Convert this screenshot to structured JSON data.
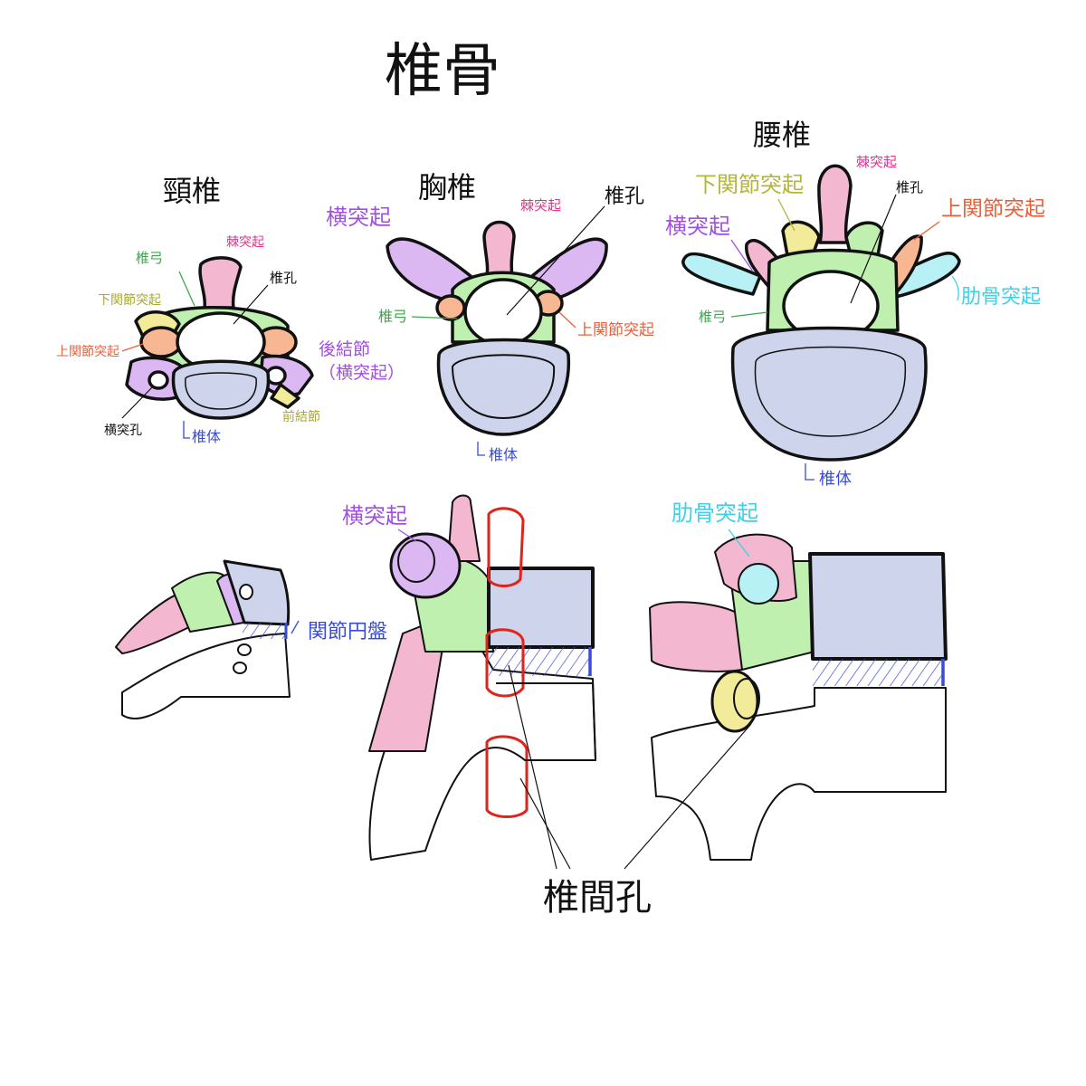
{
  "title": "椎骨",
  "colors": {
    "spinous": "#f3b8cf",
    "arch": "#bff0b0",
    "inferior_facet": "#f2ec9a",
    "superior_facet": "#f7b792",
    "transverse": "#dcb8f2",
    "body": "#cdd4ec",
    "costal": "#b7f0f5",
    "disc": "#3a4bd6",
    "foramen_red": "#e2231a",
    "ink": "#111111"
  },
  "cervical": {
    "heading": "頸椎",
    "spinous": "棘突起",
    "arch": "椎弓",
    "inferior_facet": "下関節突起",
    "superior_facet": "上関節突起",
    "foramen": "椎孔",
    "posterior_tubercle_1": "後結節",
    "posterior_tubercle_2": "（横突起）",
    "anterior_tubercle": "前結節",
    "transverse_foramen": "横突孔",
    "body": "椎体"
  },
  "thoracic": {
    "heading": "胸椎",
    "transverse": "横突起",
    "spinous": "棘突起",
    "foramen": "椎孔",
    "arch": "椎弓",
    "superior_facet": "上関節突起",
    "body": "椎体"
  },
  "lumbar": {
    "heading": "腰椎",
    "spinous": "棘突起",
    "inferior_facet": "下関節突起",
    "foramen": "椎孔",
    "transverse": "横突起",
    "superior_facet": "上関節突起",
    "arch": "椎弓",
    "costal": "肋骨突起",
    "body": "椎体"
  },
  "lateral": {
    "disc": "関節円盤",
    "transverse": "横突起",
    "costal": "肋骨突起",
    "intervertebral_foramen": "椎間孔"
  }
}
